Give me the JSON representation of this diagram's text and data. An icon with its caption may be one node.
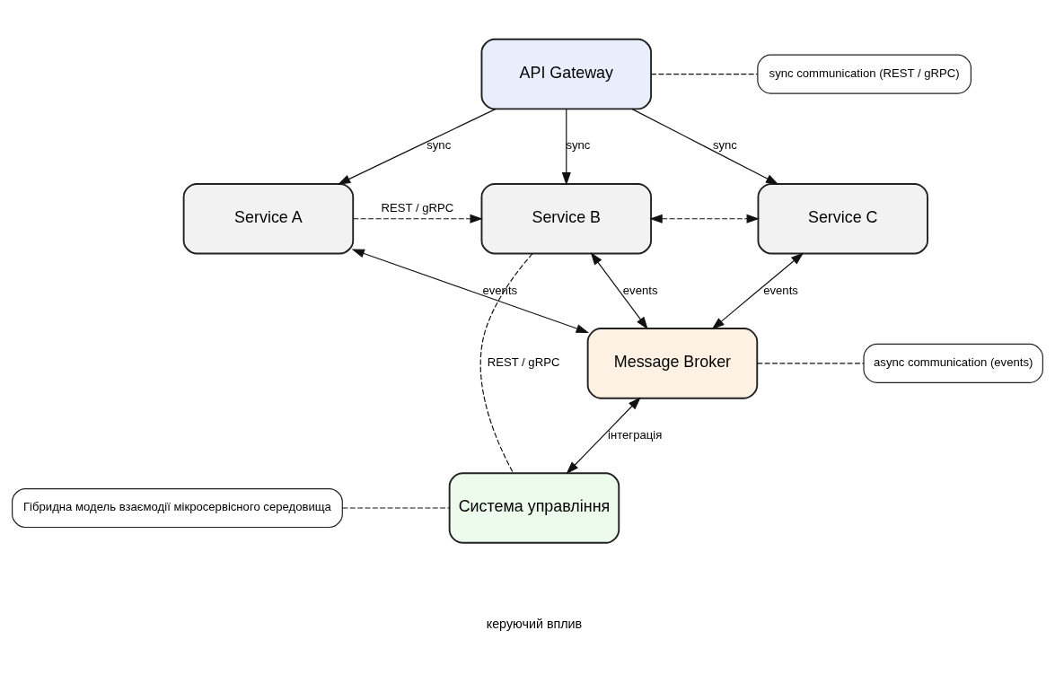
{
  "diagram": {
    "nodes": [
      {
        "text": [
          "API Gateway"
        ]
      },
      {
        "text": [
          "sync communication (REST / gRPC)"
        ]
      },
      {
        "text": [
          "Service A"
        ]
      },
      {
        "text": [
          "Service B"
        ]
      },
      {
        "text": [
          "Service C"
        ]
      },
      {
        "text": [
          "Message Broker"
        ]
      },
      {
        "text": [
          "async communication (events)"
        ]
      },
      {
        "text": [
          "Гібридна модель взаємодії мікросервісного середовища"
        ]
      },
      {
        "text": [
          "Система управління"
        ]
      }
    ],
    "edges": [
      {
        "from": 0,
        "to": 1,
        "arrow": "none",
        "style": "dashed"
      },
      {
        "from": 0,
        "to": 2,
        "arrow": "to",
        "label": "sync"
      },
      {
        "from": 0,
        "to": 3,
        "arrow": "to",
        "label": "sync"
      },
      {
        "from": 0,
        "to": 4,
        "arrow": "to",
        "label": "sync"
      },
      {
        "from": 2,
        "to": 3,
        "arrow": "to",
        "label": "REST / gRPC",
        "style": "dashed"
      },
      {
        "from": 3,
        "to": 4,
        "arrow": "both",
        "style": "dashed"
      },
      {
        "from": 3,
        "to": 8,
        "arrow": "none",
        "label": "REST / gRPC",
        "style": "dashed"
      },
      {
        "from": 2,
        "to": 5,
        "arrow": "both",
        "label": "events"
      },
      {
        "from": 3,
        "to": 5,
        "arrow": "both",
        "label": "events"
      },
      {
        "from": 4,
        "to": 5,
        "arrow": "both",
        "label": "events"
      },
      {
        "from": 5,
        "to": 6,
        "arrow": "none",
        "style": "dashed"
      },
      {
        "from": 5,
        "to": 8,
        "arrow": "both",
        "label": "інтеграція"
      },
      {
        "from": 7,
        "to": 8,
        "arrow": "none",
        "style": "dashed"
      }
    ],
    "labels": [
      "керуючий вплив"
    ]
  }
}
